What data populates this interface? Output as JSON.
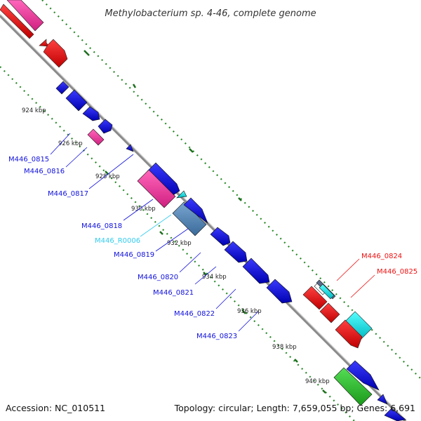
{
  "title": "Methylobacterium sp. 4-46, complete genome",
  "footer": {
    "accession": "Accession: NC_010511",
    "summary": "Topology: circular; Length: 7,659,055 bp; Genes: 6,691"
  },
  "colors": {
    "forward_cds": "#1010dd",
    "reverse_cds": "#ee1111",
    "rna": "#f043a0",
    "trna": "#22cccc",
    "pseudo": "#4a7fb0",
    "other": "#33bb33",
    "backbone": "#888888",
    "gc_ticks": "#2a8a2a"
  },
  "scale_ticks": [
    "924 kbp",
    "926 kbp",
    "928 kbp",
    "930 kbp",
    "932 kbp",
    "934 kbp",
    "936 kbp",
    "938 kbp",
    "940 kbp"
  ],
  "gene_labels": [
    {
      "text": "M446_0815",
      "color": "#1010dd"
    },
    {
      "text": "M446_0816",
      "color": "#1010dd"
    },
    {
      "text": "M446_0817",
      "color": "#1010dd"
    },
    {
      "text": "M446_0818",
      "color": "#1010dd"
    },
    {
      "text": "M446_R0006",
      "color": "#33ccee"
    },
    {
      "text": "M446_0819",
      "color": "#1010dd"
    },
    {
      "text": "M446_0820",
      "color": "#1010dd"
    },
    {
      "text": "M446_0821",
      "color": "#1010dd"
    },
    {
      "text": "M446_0822",
      "color": "#1010dd"
    },
    {
      "text": "M446_0823",
      "color": "#1010dd"
    },
    {
      "text": "M446_0824",
      "color": "#ee1111"
    },
    {
      "text": "M446_0825",
      "color": "#ee1111"
    }
  ]
}
